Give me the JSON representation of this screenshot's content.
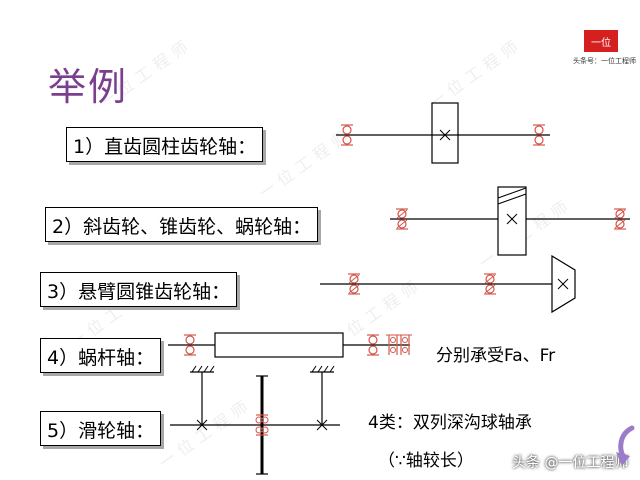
{
  "page": {
    "title": "举例"
  },
  "logo": {
    "mark": "一位",
    "subtitle": "头条号：一位工程师"
  },
  "items": [
    {
      "label": "1）直齿圆柱齿轮轴："
    },
    {
      "label": "2）斜齿轮、锥齿轮、蜗轮轴："
    },
    {
      "label": "3）悬臂圆锥齿轮轴："
    },
    {
      "label": "4）蜗杆轴："
    },
    {
      "label": "5）滑轮轴："
    }
  ],
  "notes": {
    "worm_shaft": "分别承受Fa、Fr",
    "pulley_line1": "4类：双列深沟球轴承",
    "pulley_line2": "（∵轴较长）"
  },
  "watermark": {
    "text": "一位工程师"
  },
  "credit": {
    "text": "头条 @一位工程师"
  },
  "colors": {
    "title": "#7a3f8e",
    "bearing": "#d4564a",
    "line": "#000000",
    "nav": "#9a7cc9"
  },
  "icons": {
    "nav": "back-arrow-icon"
  }
}
